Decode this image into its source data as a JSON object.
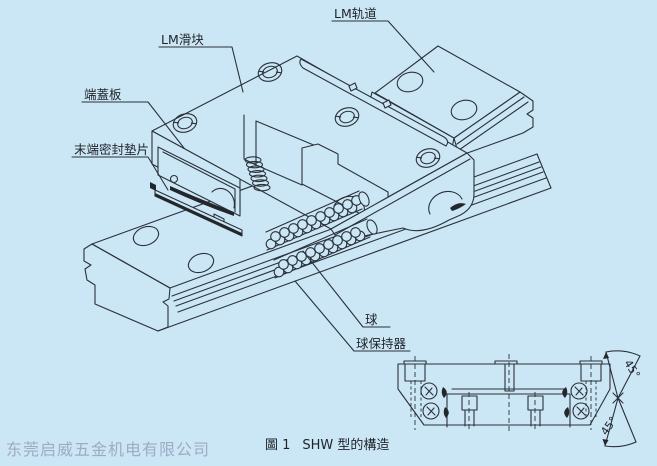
{
  "colors": {
    "background": "#cbe7f6",
    "line": "#2b3138",
    "dark": "#23262a",
    "label_text": "#1f2328",
    "watermark": "#97a1bc"
  },
  "labels": {
    "lm_rail": "LM轨道",
    "lm_block": "LM滑块",
    "end_plate": "端蓋板",
    "end_seal": "末端密封墊片",
    "ball": "球",
    "ball_retainer": "球保持器"
  },
  "section": {
    "angle_top": "45°",
    "angle_bottom": "45°"
  },
  "caption": {
    "figure_label": "圖 1",
    "figure_title": "SHW 型的構造"
  },
  "watermark": {
    "text": "东莞启威五金机电有限公司"
  }
}
